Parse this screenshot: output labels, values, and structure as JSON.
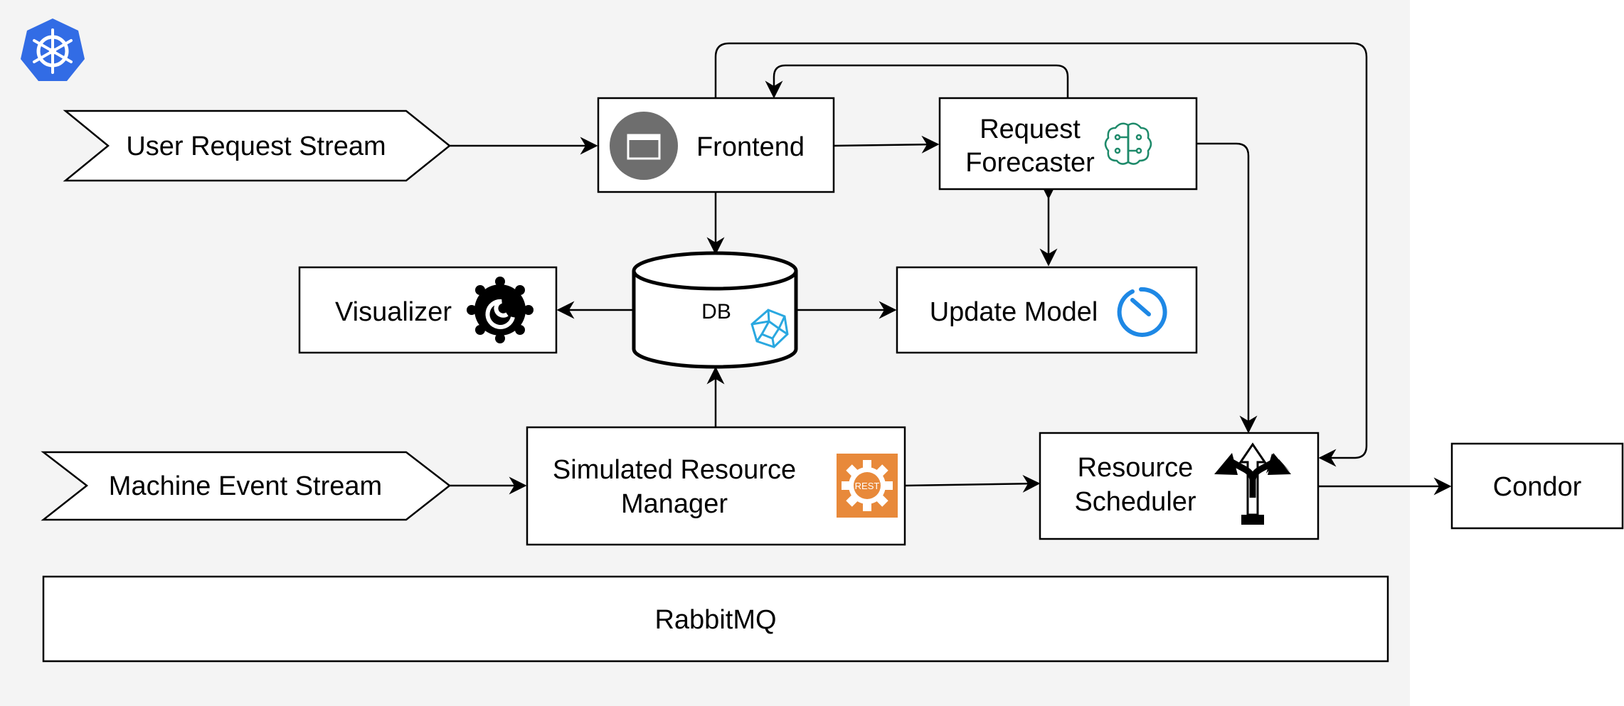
{
  "nodes": {
    "user_request_stream": "User Request Stream",
    "machine_event_stream": "Machine Event Stream",
    "frontend": "Frontend",
    "request_forecaster": [
      "Request",
      "Forecaster"
    ],
    "db": "DB",
    "visualizer": "Visualizer",
    "update_model": "Update Model",
    "simulated_resource_manager": [
      "Simulated Resource",
      "Manager"
    ],
    "resource_scheduler": [
      "Resource",
      "Scheduler"
    ],
    "condor": "Condor",
    "rabbitmq": "RabbitMQ",
    "rest_badge": "REST"
  },
  "colors": {
    "cluster_bg": "#f4f4f4",
    "kubernetes": "#326ce5",
    "frontend_icon": "#6e6e6e",
    "forecaster_icon": "#1e8a6a",
    "db_icon": "#2aa8e0",
    "update_icon": "#1e88e5",
    "rest_icon": "#e8893a"
  },
  "icons": {
    "cluster": "kubernetes-icon",
    "frontend": "browser-window-icon",
    "forecaster": "ai-brain-icon",
    "db": "polyhedron-icon",
    "visualizer": "grafana-icon",
    "update_model": "timer-icon",
    "simulated_resource_manager": "rest-gear-icon",
    "resource_scheduler": "split-arrows-icon"
  }
}
